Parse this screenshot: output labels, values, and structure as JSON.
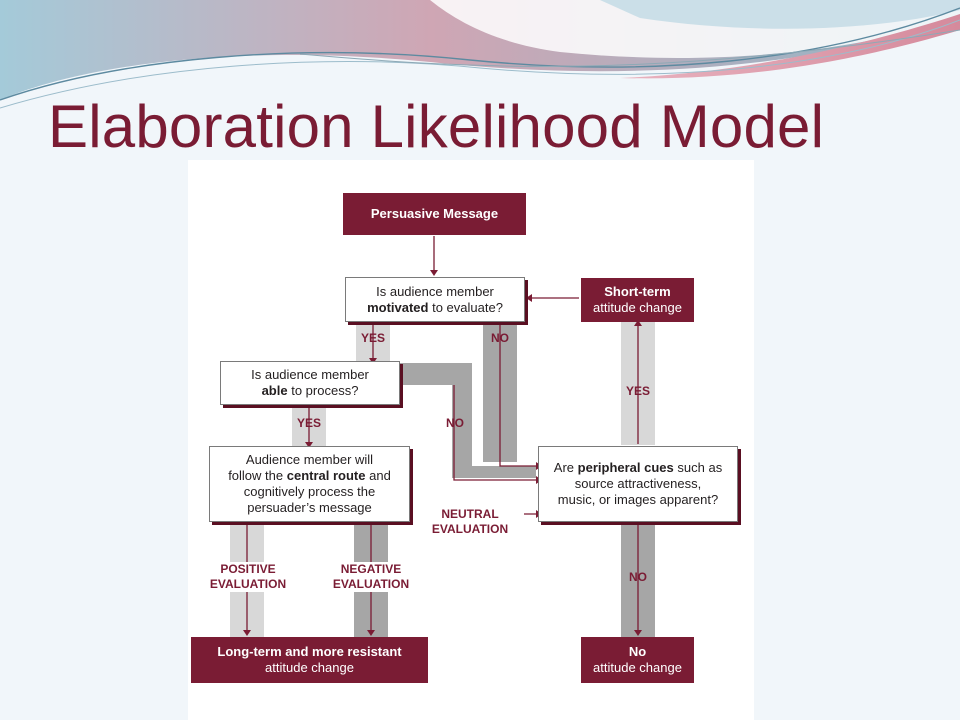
{
  "slide": {
    "title": "Elaboration Likelihood Model"
  },
  "colors": {
    "accent": "#7a1c34",
    "light_band": "#d8d8d8",
    "dark_band": "#a6a6a6"
  },
  "diagram": {
    "persuasive_message": "Persuasive Message",
    "motivated": {
      "pre": "Is audience member",
      "bold": "motivated",
      "post": "to evaluate?"
    },
    "able": {
      "pre": "Is audience member",
      "bold": "able",
      "post": "to process?"
    },
    "central": {
      "l1": "Audience member will",
      "l2_pre": "follow the",
      "l2_bold": "central route",
      "l2_post": "and",
      "l3": "cognitively process the",
      "l4": "persuader’s message"
    },
    "peripheral": {
      "l1_pre": "Are",
      "l1_bold": "peripheral cues",
      "l1_post": "such as",
      "l2": "source attractiveness,",
      "l3": "music, or images apparent?"
    },
    "short_term": {
      "bold": "Short-term",
      "rest": "attitude change"
    },
    "long_term": {
      "bold1": "Long-term",
      "mid": "and",
      "bold2": "more resistant",
      "rest": "attitude change"
    },
    "no_change": {
      "bold": "No",
      "rest": "attitude change"
    },
    "labels": {
      "yes1": "YES",
      "no1": "NO",
      "yes2": "YES",
      "no2": "NO",
      "yes3": "YES",
      "no3": "NO",
      "neutral1": "NEUTRAL",
      "neutral2": "EVALUATION",
      "positive1": "POSITIVE",
      "positive2": "EVALUATION",
      "negative1": "NEGATIVE",
      "negative2": "EVALUATION"
    }
  }
}
